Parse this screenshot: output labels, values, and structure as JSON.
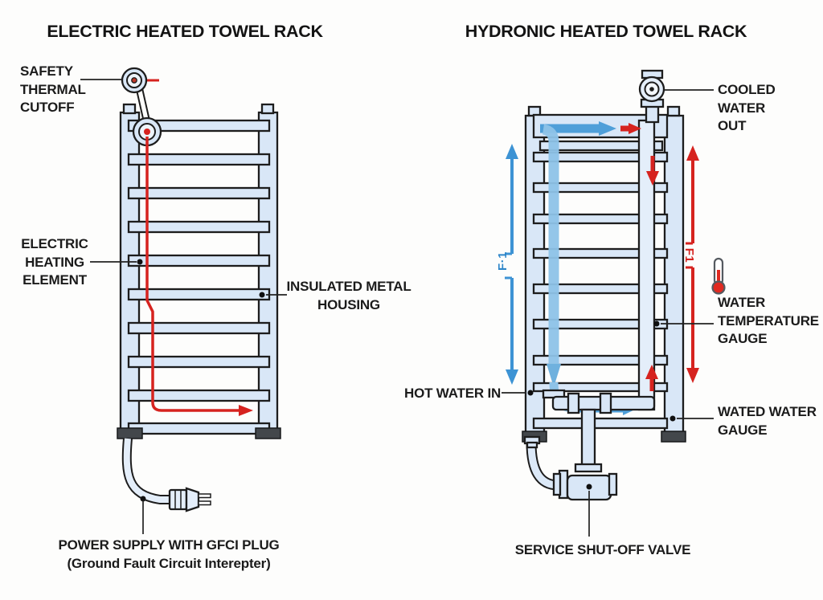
{
  "titles": {
    "left": "ELECTRIC HEATED TOWEL RACK",
    "right": "HYDRONIC HEATED TOWEL RACK"
  },
  "electric": {
    "labels": {
      "safety_thermal_cutoff": "SAFETY\nTHERMAL\nCUTOFF",
      "electric_heating_element": "ELECTRIC\nHEATING\nELEMENT",
      "insulated_metal_housing": "INSULATED METAL\nHOUSING",
      "power_supply": "POWER SUPPLY WITH GFCI PLUG\n(Ground Fault Circuit Interepter)"
    }
  },
  "hydronic": {
    "labels": {
      "cooled_water_out": "COOLED\nWATER\nOUT",
      "hot_water_in": "HOT WATER IN",
      "water_temperature_gauge": "WATER\nTEMPERATURE\nGAUGE",
      "wated_water_gauge": "WATED WATER\nGAUGE",
      "service_shut_off_valve": "SERVICE SHUT-OFF VALVE",
      "flow_marker_blue": "F·1",
      "flow_marker_red": "F1"
    }
  },
  "icons": {
    "water_temperature_gauge": "thermometer-icon",
    "safety_thermal_cutoff": "round-dial-icon",
    "cooled_water_out_valve": "valve-icon",
    "power_plug": "electric-plug-icon"
  },
  "colors": {
    "background": "#fdfdfc",
    "pipe_fill": "#d9e7f7",
    "outline": "#1d1d1d",
    "hot_red": "#d6231f",
    "flow_blue": "#4f9fd9",
    "pipe_blue": "#8ec3e8",
    "text": "#1b1b1b"
  }
}
